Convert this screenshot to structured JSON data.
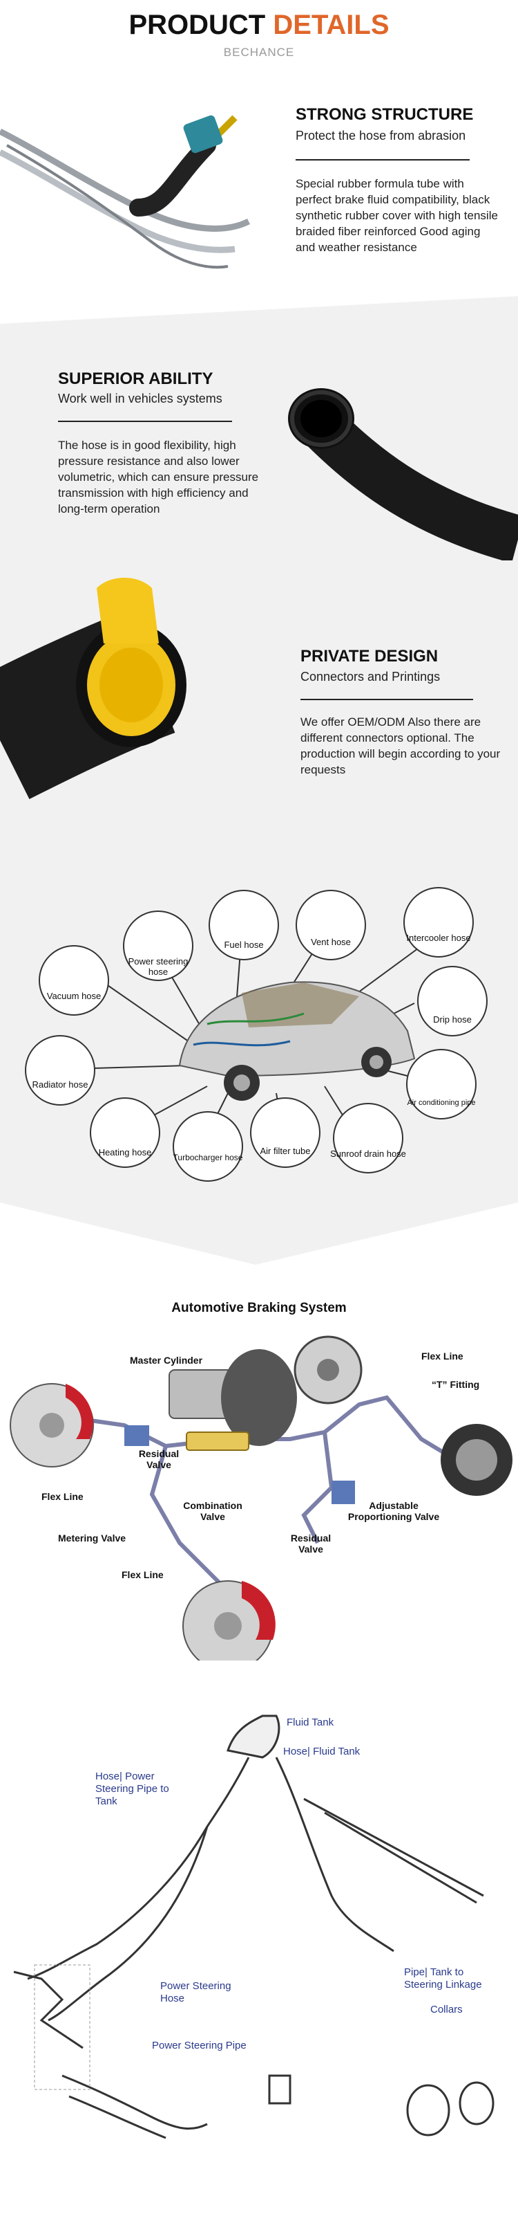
{
  "header": {
    "title_a": "PRODUCT",
    "title_b": "DETAILS",
    "subtitle": "BECHANCE"
  },
  "sections": [
    {
      "heading": "STRONG STRUCTURE",
      "subheading": "Protect the hose from abrasion",
      "body": "Special rubber formula tube with perfect brake fluid compatibility, black synthetic rubber cover with high tensile braided fiber reinforced Good aging and weather resistance"
    },
    {
      "heading": "SUPERIOR ABILITY",
      "subheading": "Work well in vehicles systems",
      "body": "The hose is in good flexibility, high pressure resistance and also lower volumetric, which can ensure pressure transmission with high efficiency and long-term operation"
    },
    {
      "heading": "PRIVATE DESIGN",
      "subheading": "Connectors and Printings",
      "body": "We offer OEM/ODM Also there are different connectors optional. The production will begin according to your requests"
    }
  ],
  "hose_types": {
    "power_steering": "Power steering hose",
    "fuel": "Fuel hose",
    "vent": "Vent hose",
    "intercooler": "Intercooler hose",
    "vacuum": "Vacuum hose",
    "drip": "Drip hose",
    "radiator": "Radiator hose",
    "air_conditioning": "Air conditioning pipe",
    "heating": "Heating hose",
    "turbocharger": "Turbocharger hose",
    "air_filter": "Air filter tube",
    "sunroof": "Sunroof drain hose"
  },
  "brake_diagram": {
    "title": "Automotive Braking System",
    "master_cylinder": "Master Cylinder",
    "flex_line_top": "Flex Line",
    "t_fitting": "“T” Fitting",
    "residual_valve_left": "Residual Valve",
    "flex_line_left": "Flex Line",
    "combination_valve": "Combination Valve",
    "adjustable_valve": "Adjustable Proportioning Valve",
    "metering_valve": "Metering Valve",
    "residual_valve_bottom": "Residual Valve",
    "flex_line_bottom": "Flex Line"
  },
  "steering_diagram": {
    "fluid_tank": "Fluid Tank",
    "hose_fluid_tank": "Hose| Fluid Tank",
    "hose_pipe_to_tank": "Hose| Power Steering Pipe to Tank",
    "pipe_tank_linkage": "Pipe| Tank to Steering Linkage",
    "collars": "Collars",
    "ps_hose": "Power Steering Hose",
    "ps_pipe": "Power Steering Pipe"
  }
}
